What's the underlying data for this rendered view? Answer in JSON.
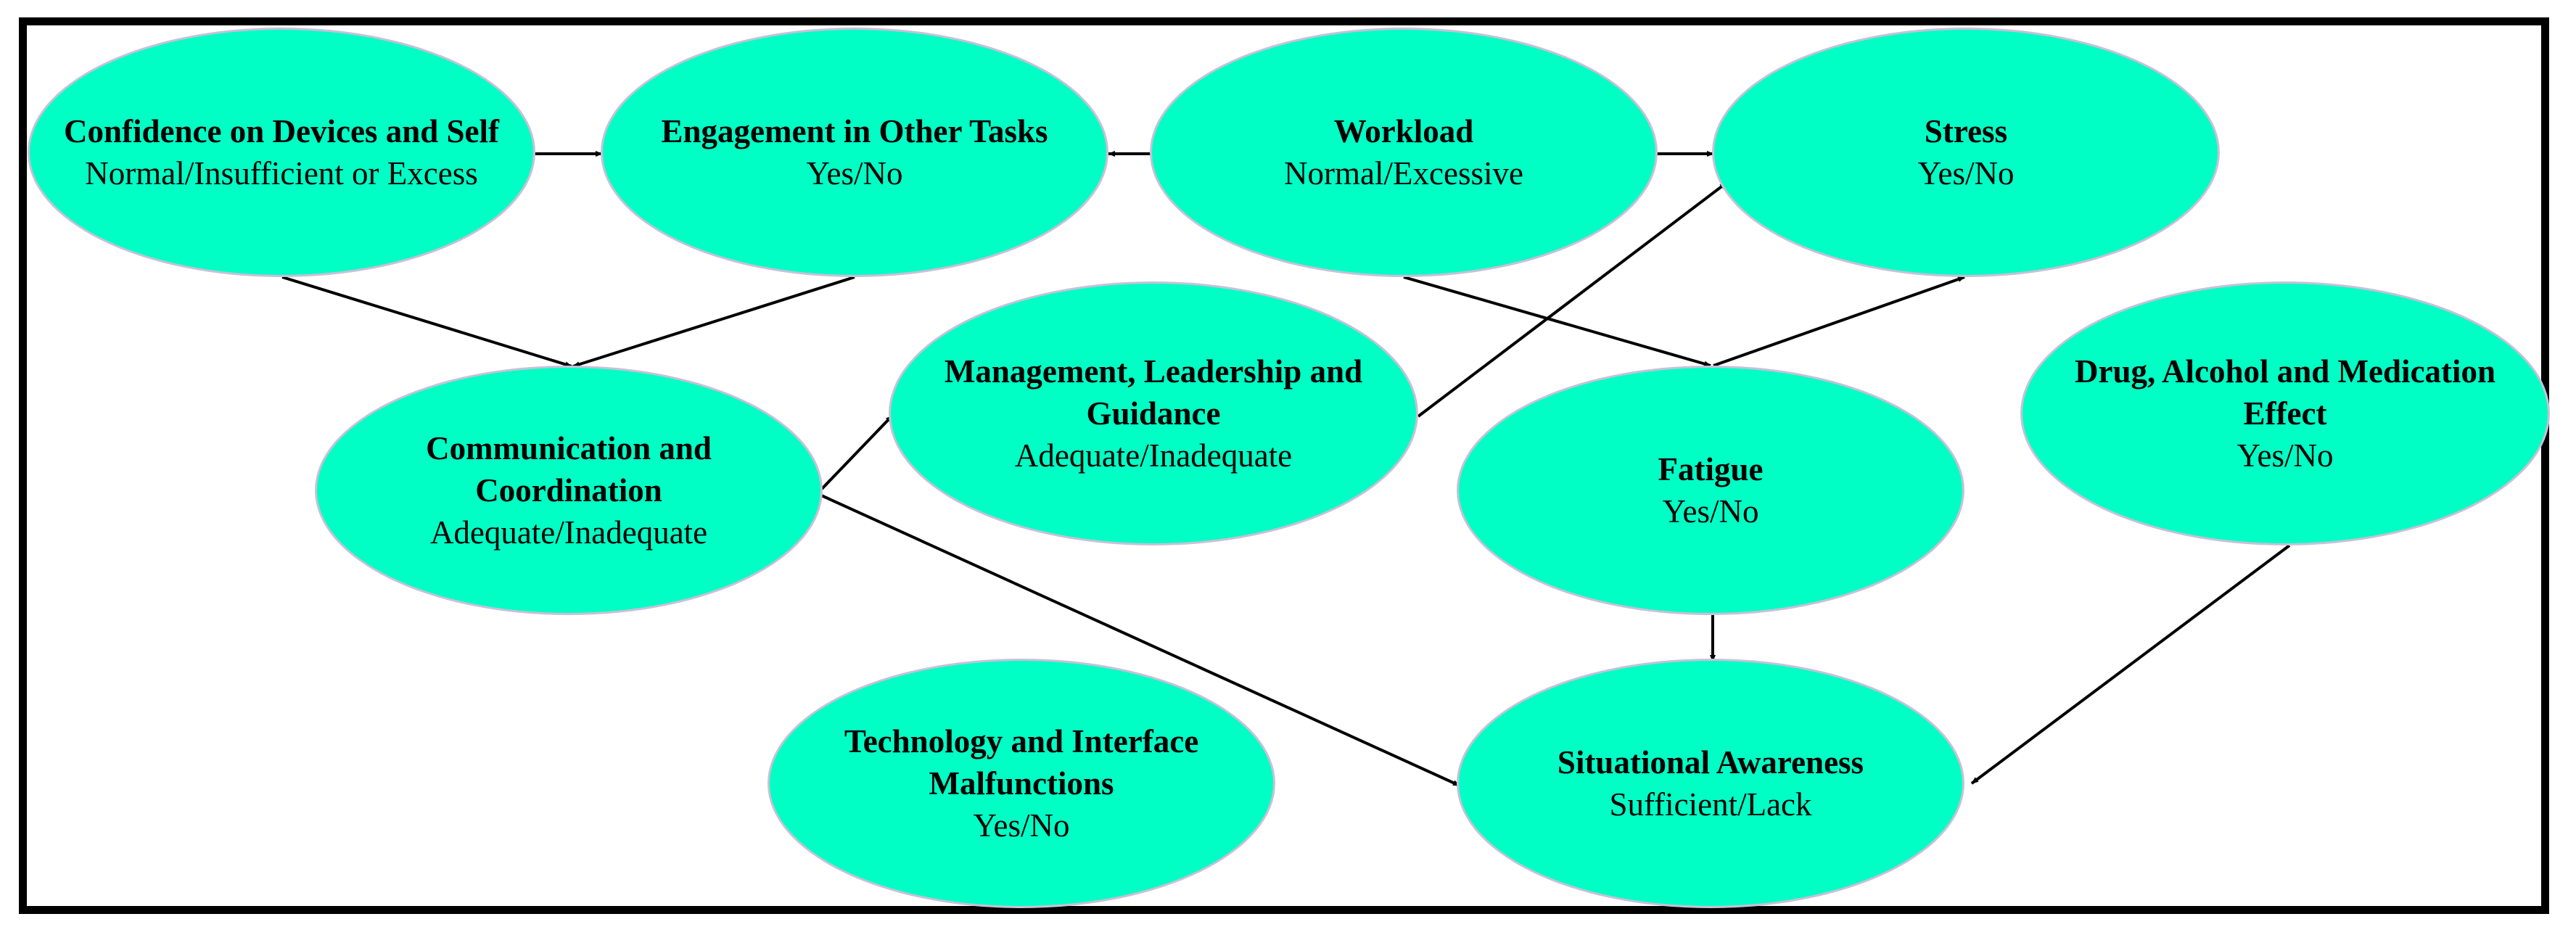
{
  "colors": {
    "node_fill": "#00ffc5",
    "node_border": "#c9c0d8",
    "frame": "#000000",
    "edge": "#000000"
  },
  "nodes": {
    "confidence": {
      "title": "Confidence on Devices and Self",
      "states": "Normal/Insufficient or Excess"
    },
    "engagement": {
      "title": "Engagement in Other Tasks",
      "states": "Yes/No"
    },
    "workload": {
      "title": "Workload",
      "states": "Normal/Excessive"
    },
    "stress": {
      "title": "Stress",
      "states": "Yes/No"
    },
    "communication": {
      "title": "Communication and Coordination",
      "states": "Adequate/Inadequate"
    },
    "management": {
      "title": "Management, Leadership and Guidance",
      "states": "Adequate/Inadequate"
    },
    "fatigue": {
      "title": "Fatigue",
      "states": "Yes/No"
    },
    "drug": {
      "title": "Drug, Alcohol and Medication Effect",
      "states": "Yes/No"
    },
    "technology": {
      "title": "Technology and Interface Malfunctions",
      "states": "Yes/No"
    },
    "situational": {
      "title": "Situational Awareness",
      "states": "Sufficient/Lack"
    }
  },
  "edges": [
    {
      "from": "confidence",
      "to": "engagement"
    },
    {
      "from": "workload",
      "to": "engagement"
    },
    {
      "from": "workload",
      "to": "stress"
    },
    {
      "from": "confidence",
      "to": "communication"
    },
    {
      "from": "engagement",
      "to": "communication"
    },
    {
      "from": "communication",
      "to": "management"
    },
    {
      "from": "communication",
      "to": "situational"
    },
    {
      "from": "management",
      "to": "stress"
    },
    {
      "from": "workload",
      "to": "fatigue"
    },
    {
      "from": "fatigue",
      "to": "stress"
    },
    {
      "from": "fatigue",
      "to": "situational"
    },
    {
      "from": "drug",
      "to": "situational"
    }
  ]
}
